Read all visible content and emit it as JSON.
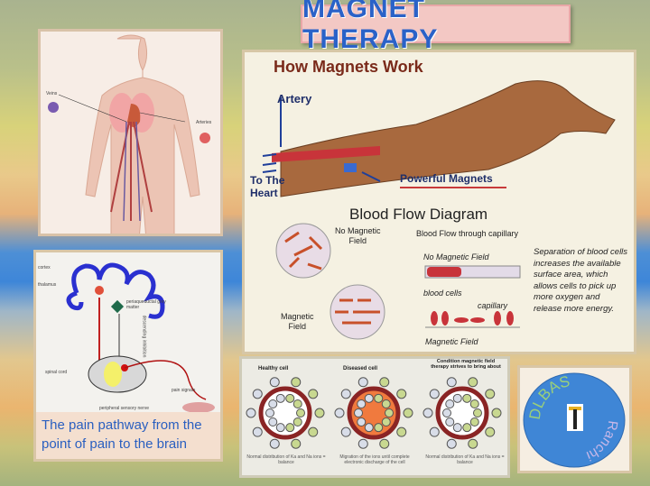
{
  "title": "MAGNET THERAPY",
  "body_panel": {
    "labels": {
      "veins": "Veins",
      "arteries": "Arteries"
    },
    "colors": {
      "veins": "#7a5bb0",
      "arteries": "#e06060"
    }
  },
  "main": {
    "heading": "How Magnets Work",
    "artery": "Artery",
    "to_heart": "To The\nHeart",
    "powerful_magnets": "Powerful Magnets",
    "diagram_title": "Blood Flow Diagram",
    "no_field_circle": "No Magnetic\nField",
    "field_circle": "Magnetic\nField",
    "capillary_title": "Blood Flow through capillary",
    "cap_no_field": "No Magnetic Field",
    "blood_cells": "blood cells",
    "capillary": "capillary",
    "cap_field": "Magnetic Field",
    "explanation": "Separation of blood cells increases the available surface area, which allows cells to pick up more oxygen and release more energy."
  },
  "pain": {
    "labels": {
      "cortex": "cortex",
      "thalamus": "thalamus",
      "pag": "periaqueductal grey matter",
      "spinal": "spinal cord",
      "nerve": "peripheral sensory nerve",
      "pain_signals": "pain signals",
      "descending": "descending inhibition"
    },
    "caption": "The pain pathway from the point  of pain to the brain"
  },
  "cells": {
    "items": [
      {
        "title": "Healthy cell",
        "desc": "Normal distribution of Ka and Na ions = balance",
        "fill": "#ffffff"
      },
      {
        "title": "Diseased cell",
        "desc": "Migration of the ions until complete electronic discharge of the cell",
        "fill": "#f07a3e"
      },
      {
        "title": "Condition magnetic field therapy strives to bring about",
        "desc": "Normal distribution of Ka and Na ions = balance",
        "fill": "#ffffff"
      }
    ]
  },
  "logo": {
    "top": "DLBAS",
    "bottom": "Ranchi"
  }
}
